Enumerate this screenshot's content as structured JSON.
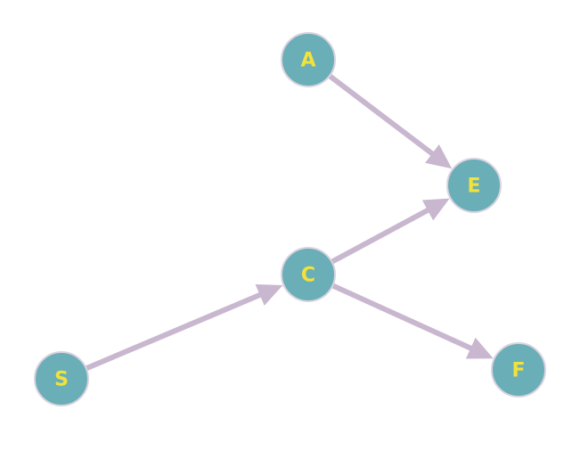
{
  "diagram": {
    "type": "directed-graph",
    "colors": {
      "node_fill": "#6aaeb8",
      "node_stroke": "#d9d3df",
      "label": "#f2e23a",
      "edge": "#c8b7cf"
    },
    "nodes": [
      {
        "id": "A",
        "label": "A"
      },
      {
        "id": "E",
        "label": "E"
      },
      {
        "id": "C",
        "label": "C"
      },
      {
        "id": "S",
        "label": "S"
      },
      {
        "id": "F",
        "label": "F"
      }
    ],
    "edges": [
      {
        "from": "A",
        "to": "E"
      },
      {
        "from": "S",
        "to": "C"
      },
      {
        "from": "C",
        "to": "E"
      },
      {
        "from": "C",
        "to": "F"
      }
    ]
  }
}
